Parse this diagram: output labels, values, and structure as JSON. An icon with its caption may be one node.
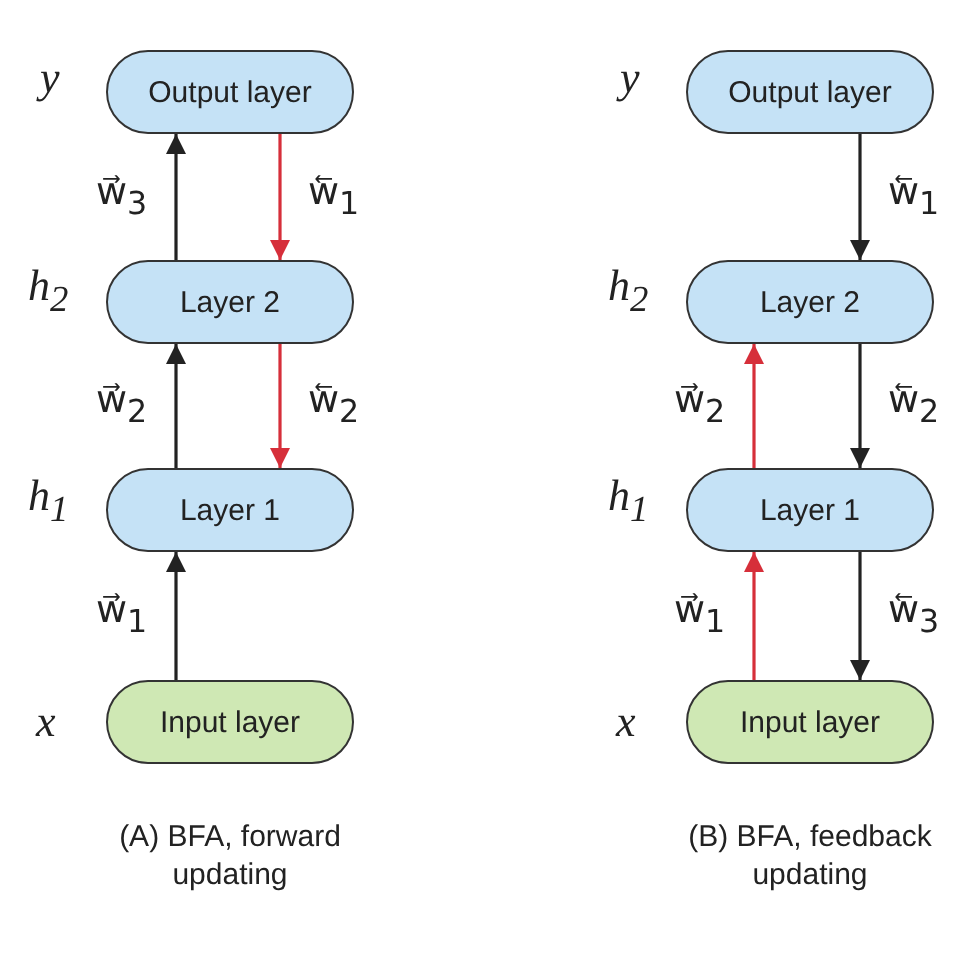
{
  "diagram": {
    "nodes": [
      {
        "text": [
          "Output layer"
        ]
      },
      {
        "text": [
          "Layer 2"
        ]
      },
      {
        "text": [
          "Layer 1"
        ]
      },
      {
        "text": [
          "Input layer"
        ]
      },
      {
        "text": [
          "Output layer"
        ]
      },
      {
        "text": [
          "Layer 2"
        ]
      },
      {
        "text": [
          "Layer 1"
        ]
      },
      {
        "text": [
          "Input layer"
        ]
      }
    ],
    "edges": [
      {
        "from": 3,
        "to": 2,
        "arrow": "to",
        "label": "w⃗$_{1}$"
      },
      {
        "from": 2,
        "to": 1,
        "arrow": "to",
        "label": "w⃗$_{2}$"
      },
      {
        "from": 1,
        "to": 0,
        "arrow": "to",
        "label": "w⃗$_{3}$"
      },
      {
        "from": 0,
        "to": 1,
        "arrow": "to",
        "label": "w⃖$_{1}$",
        "color": "#d62f3a"
      },
      {
        "from": 1,
        "to": 2,
        "arrow": "to",
        "label": "w⃖$_{2}$",
        "color": "#d62f3a"
      },
      {
        "from": 4,
        "to": 5,
        "arrow": "to",
        "label": "w⃖$_{1}$"
      },
      {
        "from": 5,
        "to": 6,
        "arrow": "to",
        "label": "w⃖$_{2}$"
      },
      {
        "from": 6,
        "to": 7,
        "arrow": "to",
        "label": "w⃖$_{3}$"
      },
      {
        "from": 7,
        "to": 6,
        "arrow": "to",
        "label": "w⃗$_{1}$",
        "color": "#d62f3a"
      },
      {
        "from": 6,
        "to": 5,
        "arrow": "to",
        "label": "w⃗$_{2}$",
        "color": "#d62f3a"
      }
    ],
    "labels": [
      "y",
      "y",
      "h$_{2}$",
      "h$_{2}$",
      "h$_{1}$",
      "h$_{1}$",
      "x",
      "x",
      "(A) BFA, forward updating",
      "(B) BFA, feedback updating"
    ]
  }
}
